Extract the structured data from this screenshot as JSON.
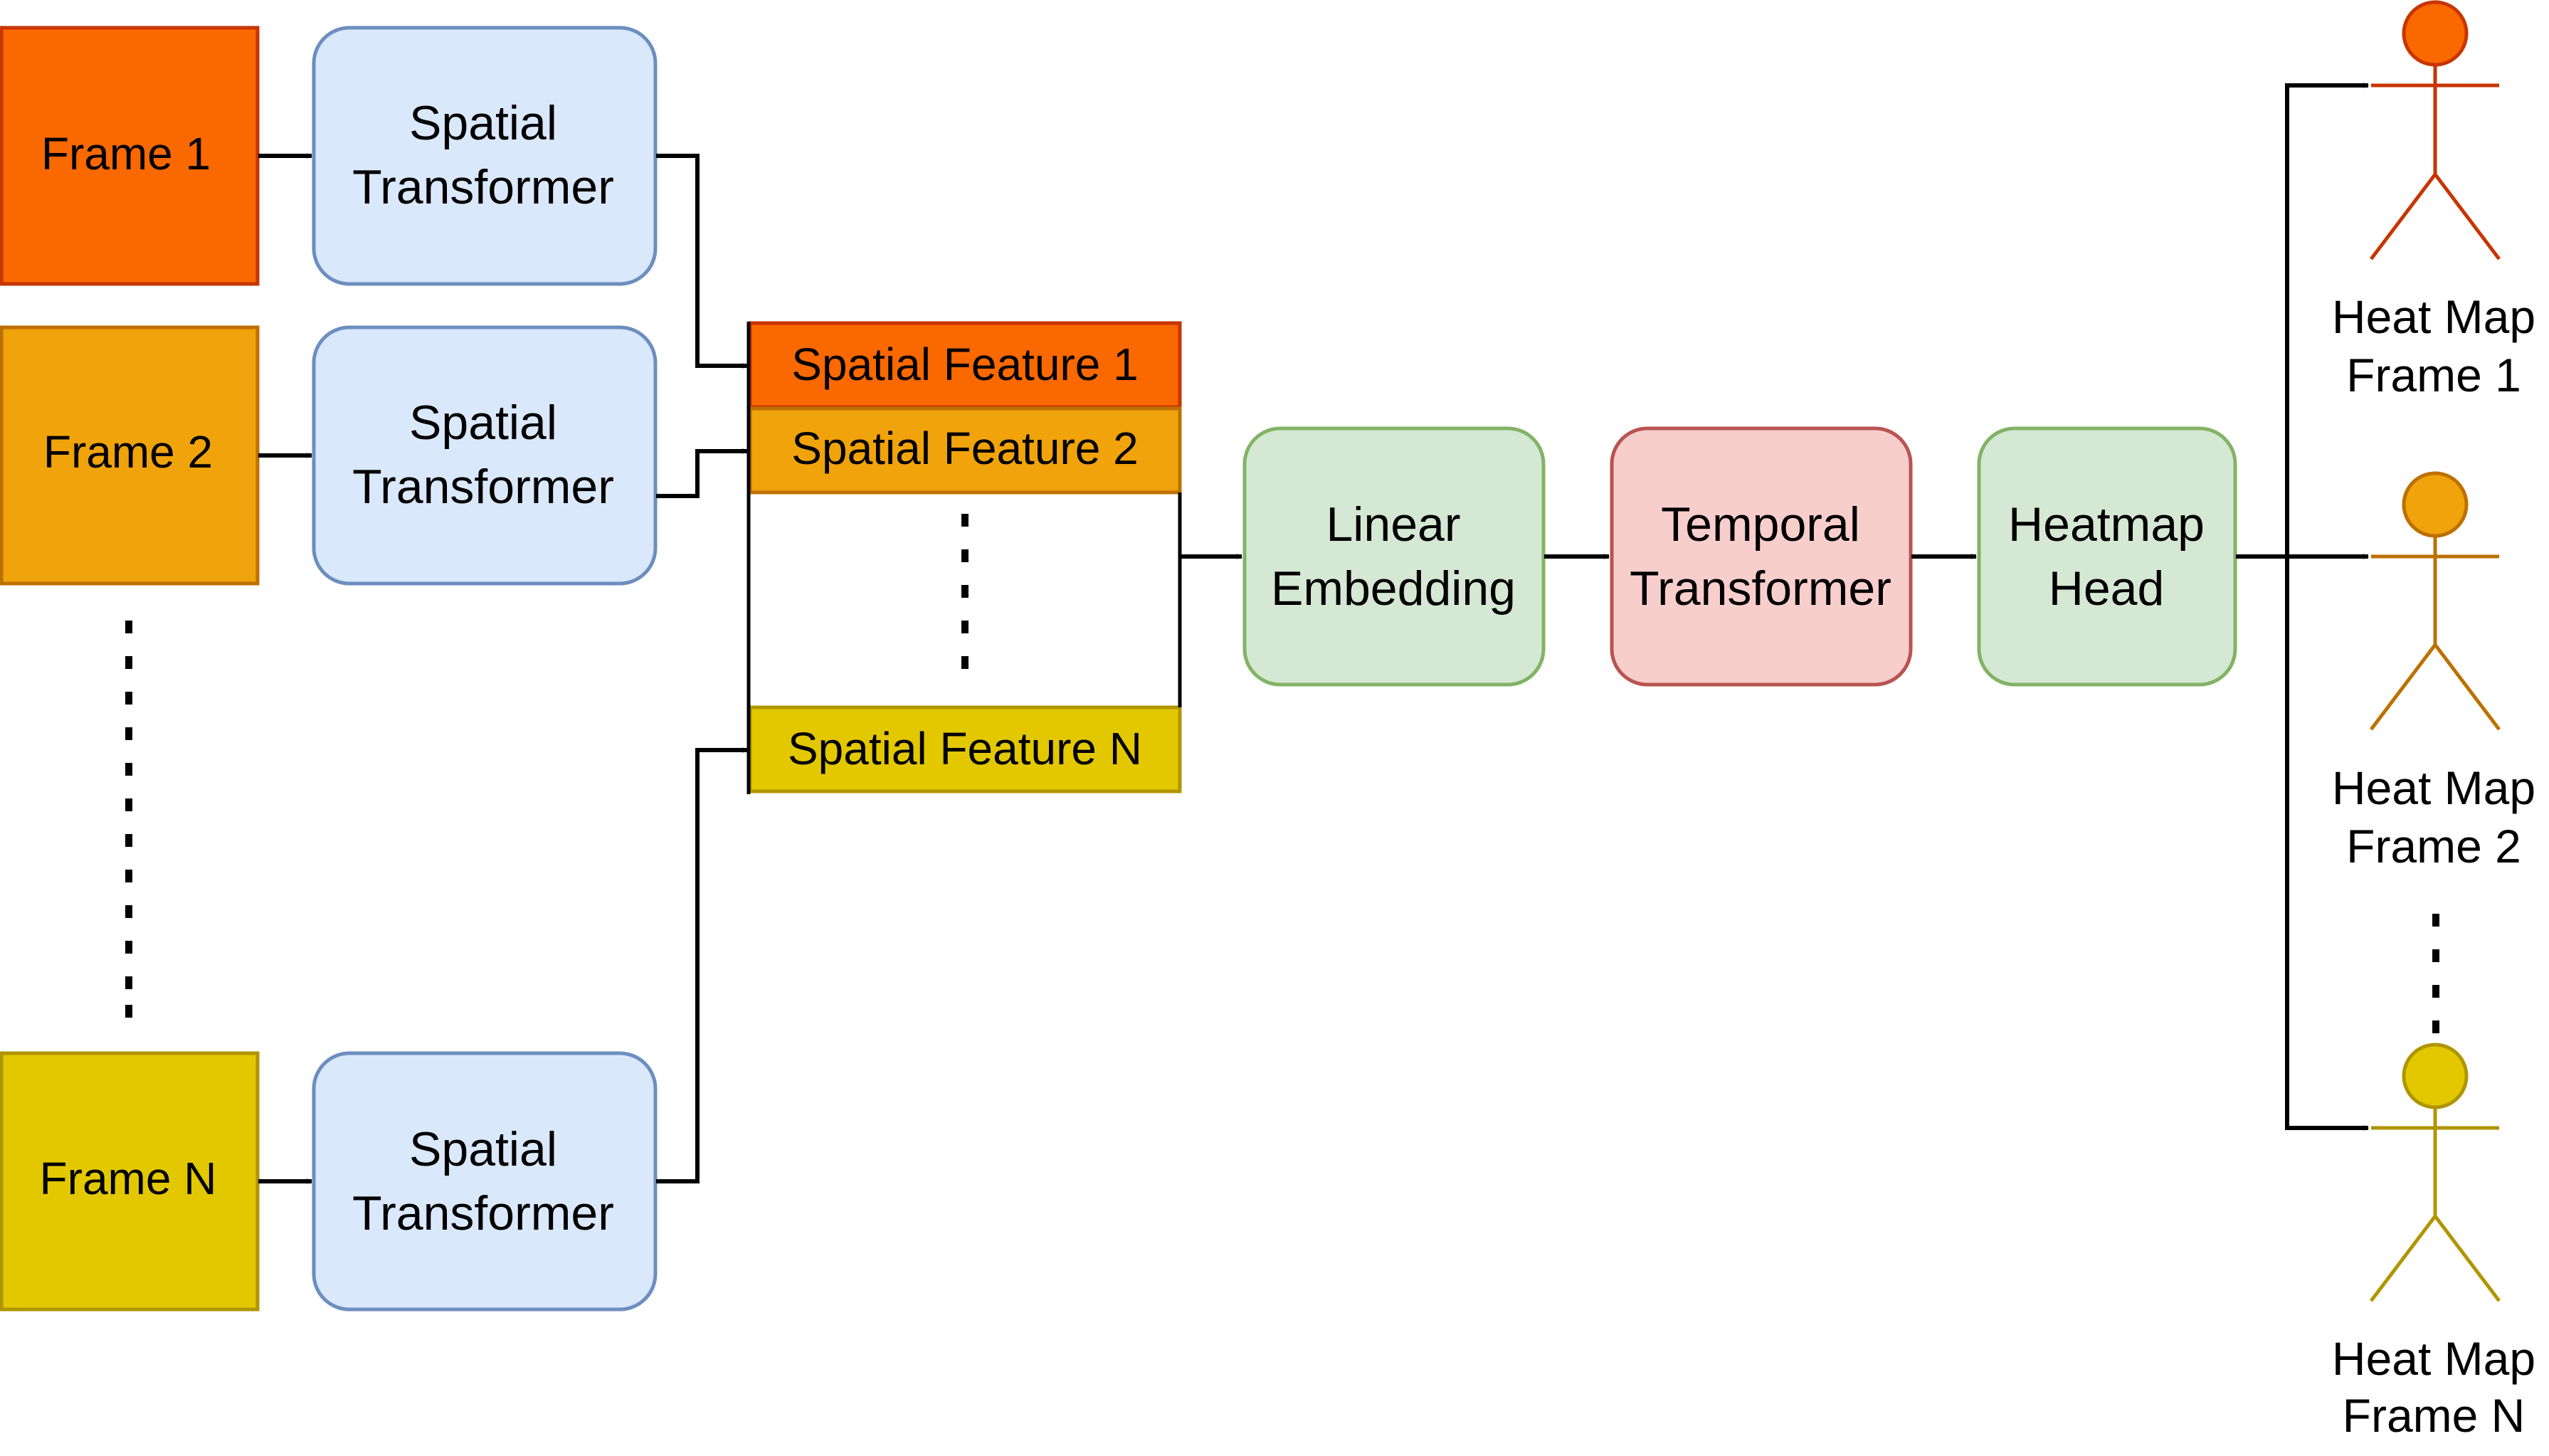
{
  "frames": [
    {
      "label": "Frame 1",
      "fill": "#fa6800",
      "stroke": "#c73500"
    },
    {
      "label": "Frame 2",
      "fill": "#f0a30a",
      "stroke": "#bd7000"
    },
    {
      "label": "Frame N",
      "fill": "#e3c800",
      "stroke": "#b09500"
    }
  ],
  "spatial_transformers": [
    {
      "line1": "Spatial",
      "line2": "Transformer"
    },
    {
      "line1": "Spatial",
      "line2": "Transformer"
    },
    {
      "line1": "Spatial",
      "line2": "Transformer"
    }
  ],
  "spatial_features": [
    {
      "label": "Spatial Feature 1",
      "fill": "#fa6800",
      "stroke": "#c73500"
    },
    {
      "label": "Spatial Feature 2",
      "fill": "#f0a30a",
      "stroke": "#bd7000"
    },
    {
      "label": "Spatial Feature N",
      "fill": "#e3c800",
      "stroke": "#b09500"
    }
  ],
  "pipeline": {
    "linear_embedding": {
      "line1": "Linear",
      "line2": "Embedding"
    },
    "temporal_transformer": {
      "line1": "Temporal",
      "line2": "Transformer"
    },
    "heatmap_head": {
      "line1": "Heatmap",
      "line2": "Head"
    }
  },
  "heatmaps": [
    {
      "line1": "Heat Map",
      "line2": "Frame 1",
      "color": "#fa6800",
      "stroke": "#c73500"
    },
    {
      "line1": "Heat Map",
      "line2": "Frame 2",
      "color": "#f0a30a",
      "stroke": "#bd7000"
    },
    {
      "line1": "Heat Map",
      "line2": "Frame N",
      "color": "#e3c800",
      "stroke": "#b09500"
    }
  ],
  "colors": {
    "spatial_transformer_fill": "#dae8fc",
    "spatial_transformer_stroke": "#6c8ebf",
    "green_fill": "#d5e8d4",
    "green_stroke": "#82b366",
    "red_fill": "#f8cecc",
    "red_stroke": "#b85450",
    "connector": "#000000"
  }
}
